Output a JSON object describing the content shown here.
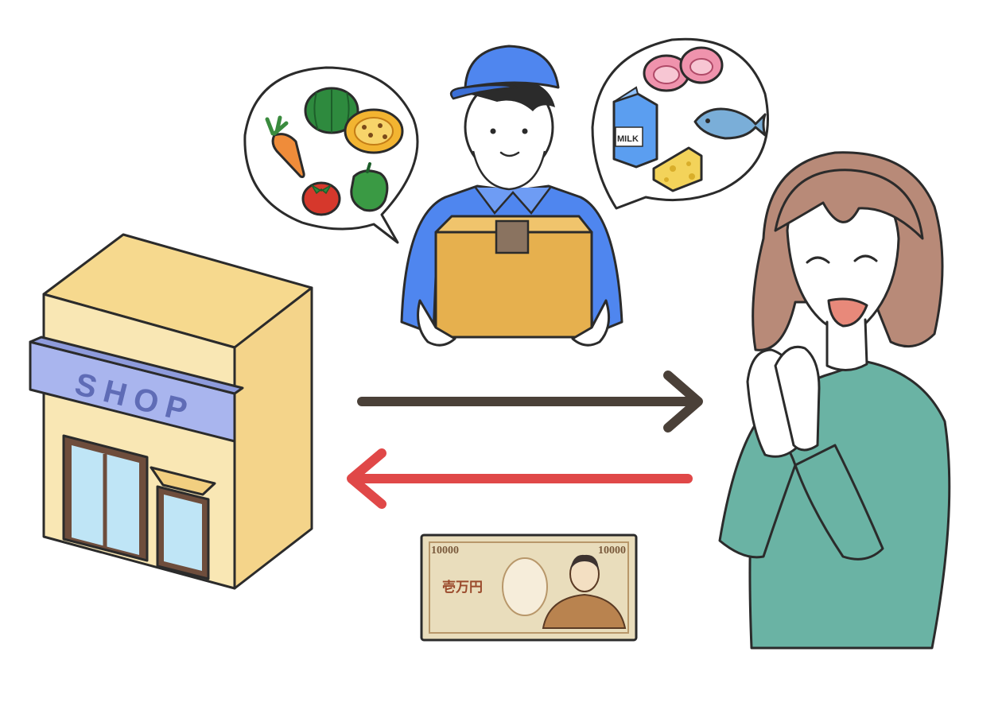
{
  "shop": {
    "sign_text": "SHOP"
  },
  "milk": {
    "label": "MILK"
  },
  "banknote": {
    "denomination_left": "10000",
    "denomination_right": "10000",
    "label": "壱万円"
  },
  "colors": {
    "delivery_arrow": "#4a4038",
    "payment_arrow": "#e04848",
    "shop_wall": "#f9e1a8",
    "shop_sign": "#a8b4ee",
    "courier_uniform": "#4f86ef",
    "box": "#e6b04e",
    "woman_sweater": "#6ab3a4",
    "woman_hair": "#b88a78"
  },
  "icons": [
    "carrot-icon",
    "pumpkin-icon",
    "tomato-icon",
    "green-pepper-icon",
    "milk-carton-icon",
    "ham-icon",
    "fish-icon",
    "cheese-icon"
  ]
}
